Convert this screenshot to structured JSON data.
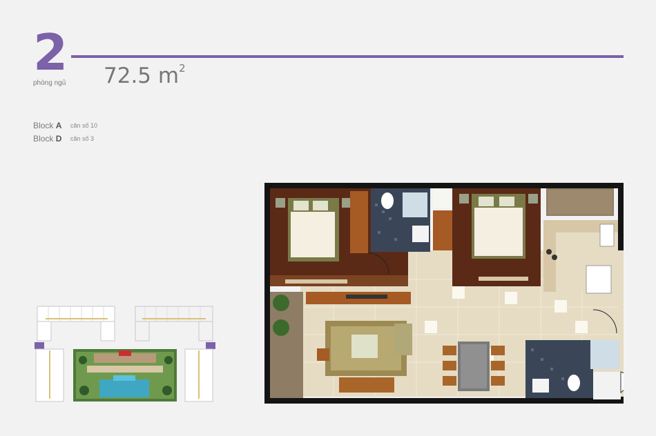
{
  "header": {
    "bedroom_count": "2",
    "bedroom_label": "phòng ngủ",
    "area_value": "72.5 m",
    "area_unit_sup": "2"
  },
  "blocks": [
    {
      "prefix": "Block",
      "letter": "A",
      "unit": "căn số 10"
    },
    {
      "prefix": "Block",
      "letter": "D",
      "unit": "căn số 3"
    }
  ],
  "colors": {
    "accent": "#7c62a8",
    "wall": "#141414",
    "floor_wood": "#5a2a16",
    "floor_tile": "#e6dcc4",
    "bath_tile": "#3a4658",
    "pool": "#3fa6c4"
  }
}
